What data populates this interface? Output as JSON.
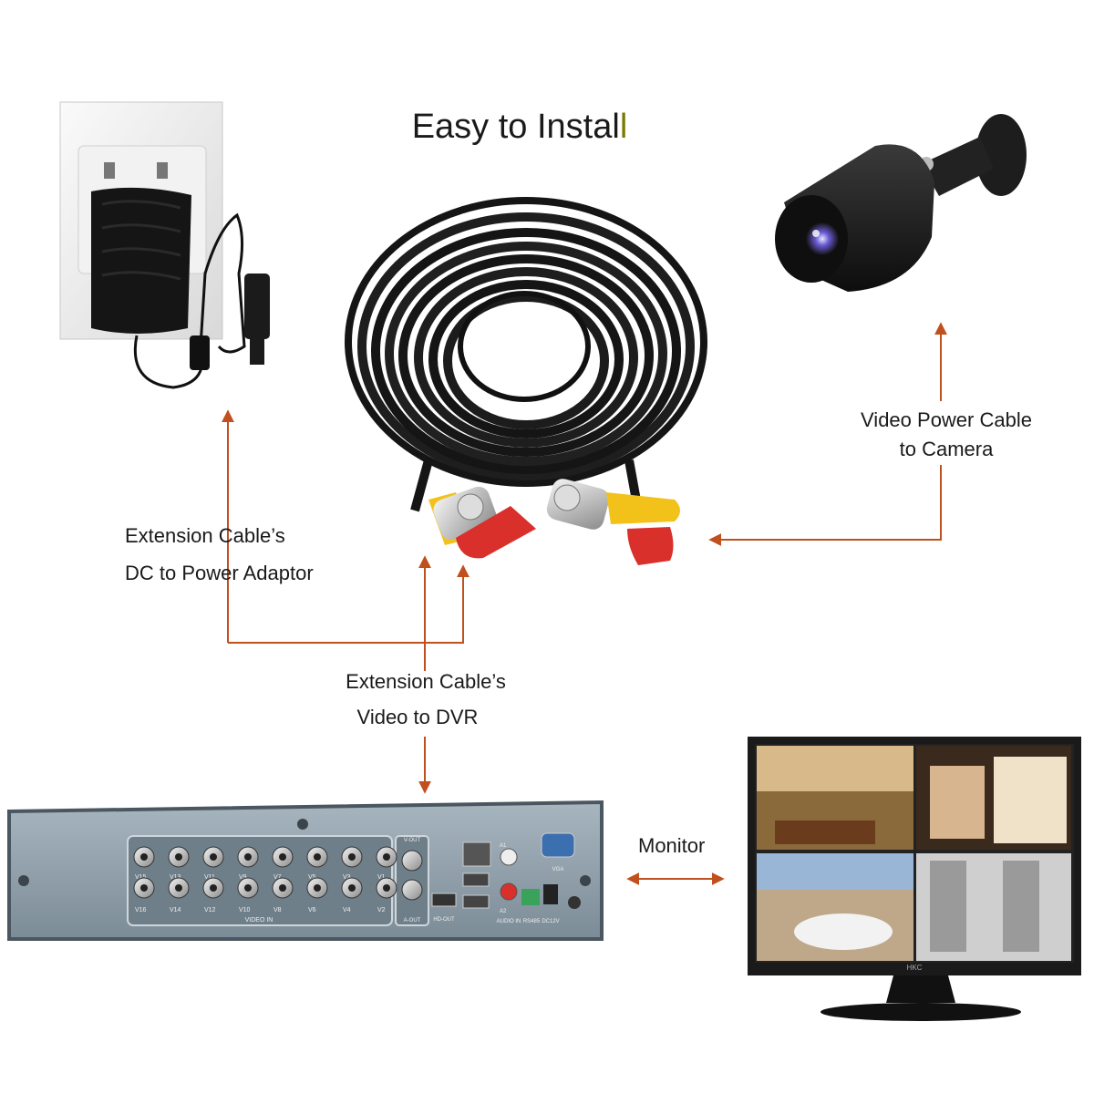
{
  "title": "Easy to Instal",
  "title_cursor": "l",
  "labels": {
    "power_adaptor_line1": "Extension Cable’s",
    "power_adaptor_line2": "DC to Power Adaptor",
    "camera_line1": "Video Power Cable",
    "camera_line2": "to Camera",
    "dvr_line1": "Extension Cable’s",
    "dvr_line2": "Video to DVR",
    "monitor": "Monitor"
  },
  "dvr_panel": {
    "video_in": "VIDEO IN",
    "v_out": "V-OUT",
    "a_out": "A-OUT",
    "hd_out": "HD-OUT",
    "vga": "VGA",
    "audio_in": "AUDIO IN",
    "rs485": "RS485",
    "dc12v": "DC12V",
    "a1": "A1",
    "a2": "A2",
    "top_channels": [
      "V15",
      "V13",
      "V11",
      "V9",
      "V7",
      "V5",
      "V3",
      "V1"
    ],
    "bottom_channels": [
      "V16",
      "V14",
      "V12",
      "V10",
      "V8",
      "V6",
      "V4",
      "V2"
    ]
  },
  "monitor_brand": "HKC",
  "colors": {
    "arrow": "#c0501e",
    "cable": "#1a1a1a",
    "yellow_plug": "#f2c21b",
    "red_plug": "#d9302c",
    "dvr_panel": "#8a9aa6"
  }
}
